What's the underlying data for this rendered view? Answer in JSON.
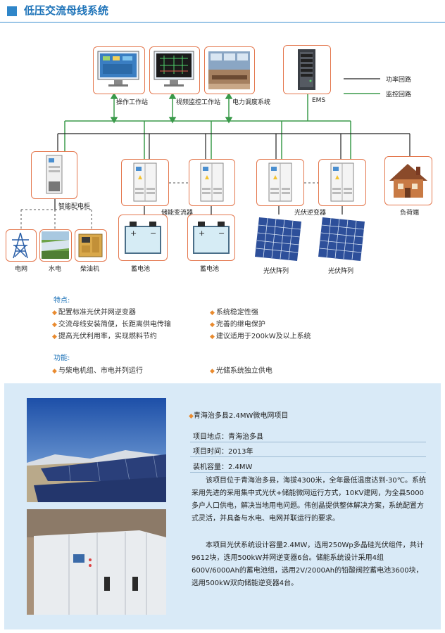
{
  "header": {
    "title": "低压交流母线系统"
  },
  "legend": {
    "power": "功率回路",
    "monitor": "监控回路"
  },
  "diagram": {
    "workstation_op": "操作工作站",
    "workstation_video": "视频监控工作站",
    "dispatch": "电力调度系统",
    "ems": "EMS",
    "smart_cabinet": "智能配电柜",
    "storage_inverter": "储能变流器",
    "pv_inverter": "光伏逆变器",
    "load": "负荷端",
    "grid": "电网",
    "hydro": "水电",
    "diesel": "柴油机",
    "battery1": "蓄电池",
    "battery2": "蓄电池",
    "pv1": "光伏阵列",
    "pv2": "光伏阵列"
  },
  "features": {
    "title": "特点:",
    "items": [
      "配置标准光伏并网逆变器",
      "系统稳定性强",
      "交流母线安装简便，长距离供电传输",
      "完善的继电保护",
      "提高光伏利用率，实现燃料节约",
      "建议适用于200kW及以上系统"
    ]
  },
  "functions": {
    "title": "功能:",
    "items": [
      "与柴电机组、市电并列运行",
      "光储系统独立供电"
    ]
  },
  "project": {
    "title": "青海治多县2.4MW微电网项目",
    "location": "项目地点：青海治多县",
    "time": "项目时间：2013年",
    "capacity": "装机容量：2.4MW",
    "para1": "该项目位于青海治多县，海拔4300米，全年最低温度达到-30℃。系统采用先进的采用集中式光伏+储能微网运行方式，10KV建网，为全县5000多户人口供电，解决当地用电问题。伟创晶提供整体解决方案，系统配置方式灵活，并具备与水电、电网并联运行的要求。",
    "para2": "本项目光伏系统设计容量2.4MW，选用250Wp多晶硅光伏组件，共计9612块，选用500kW并网逆变器6台。储能系统设计采用4组600V/6000Ah的蓄电池组，选用2V/2000Ah的铅酸阀控蓄电池3600块，选用500kW双向储能逆变器4台。"
  },
  "colors": {
    "accent": "#1f74b9",
    "card_border": "#e4774d",
    "monitor_line": "#3a9a4a",
    "panel_bg": "#d9eaf7",
    "bullet": "#e98a2e"
  }
}
